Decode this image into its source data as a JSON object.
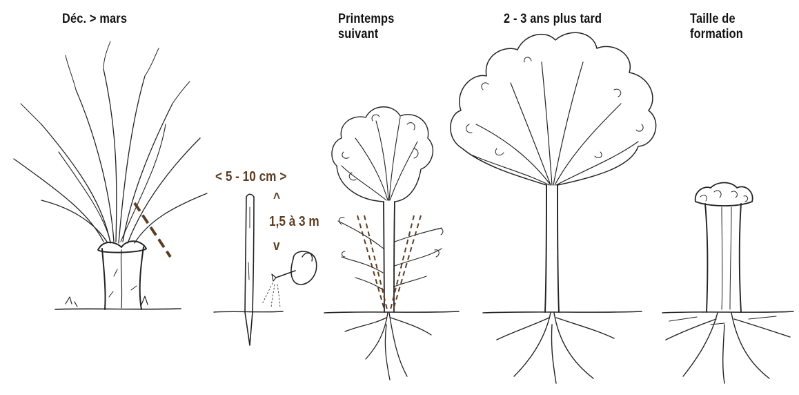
{
  "stages": [
    {
      "title": "Déc. > mars"
    },
    {
      "title_line1": "Printemps",
      "title_line2": "suivant"
    },
    {
      "title": "2 - 3 ans plus tard"
    },
    {
      "title_line1": "Taille de",
      "title_line2": "formation"
    }
  ],
  "annotations": {
    "width": "< 5 - 10 cm >",
    "arrow_up": "^",
    "height": "1,5 à 3 m",
    "arrow_down": "v"
  },
  "colors": {
    "ink": "#222222",
    "accent_brown": "#5a3d22",
    "cut_line": "#5a3d22"
  },
  "icons": [
    "watering-can-icon",
    "cutting-stake-icon"
  ]
}
